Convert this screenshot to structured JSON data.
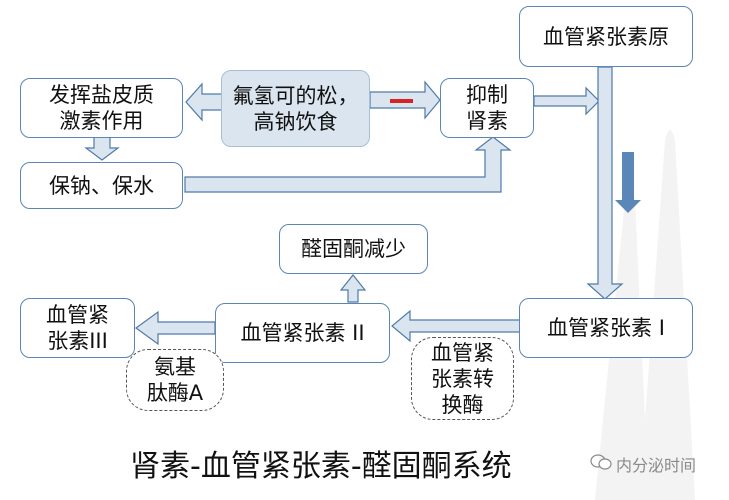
{
  "diagram": {
    "title": "肾素-血管紧张素-醛固酮系统",
    "nodes": {
      "angiotensinogen": "血管紧张素原",
      "fludrocortisone": "氟氢可的松，\n高钠饮食",
      "mineralocorticoid": "发挥盐皮质\n激素作用",
      "sodium_water": "保钠、保水",
      "inhibit_renin": "抑制\n肾素",
      "aldosterone_down": "醛固酮减少",
      "angiotensin_1": "血管紧张素 I",
      "angiotensin_2": "血管紧张素 II",
      "angiotensin_3": "血管紧\n张素III",
      "aminopeptidase": "氨基\n肽酶A",
      "ace": "血管紧\n张素转\n换酶"
    },
    "edge_labels": {
      "inhibit_sign": "—"
    },
    "colors": {
      "box_border": "#5b86b3",
      "shaded_fill": "#dbe5ef",
      "arrow_fill": "#dbe5ef",
      "arrow_stroke": "#4f7aa8",
      "solid_arrow": "#5b87b8",
      "inhibit_red": "#d62424"
    }
  },
  "watermark": {
    "icon": "wechat-icon",
    "text": "内分泌时间"
  }
}
